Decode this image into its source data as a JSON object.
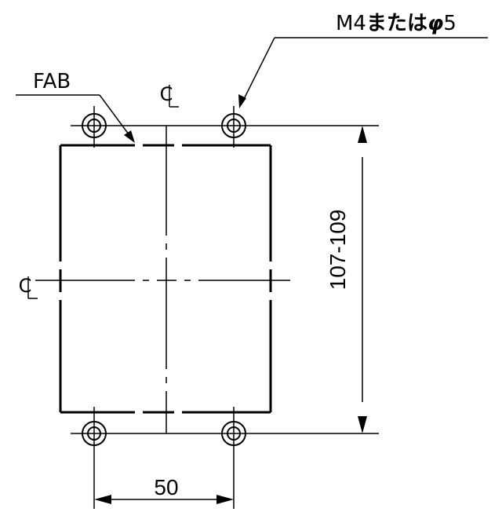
{
  "labels": {
    "fab": "FAB",
    "screw_prefix": "M4",
    "screw_or": "または",
    "screw_phi": "φ",
    "screw_size": "5",
    "centerline": "C",
    "dim_height": "107-109",
    "dim_width": "50"
  },
  "colors": {
    "line": "#000000",
    "background": "#ffffff"
  }
}
